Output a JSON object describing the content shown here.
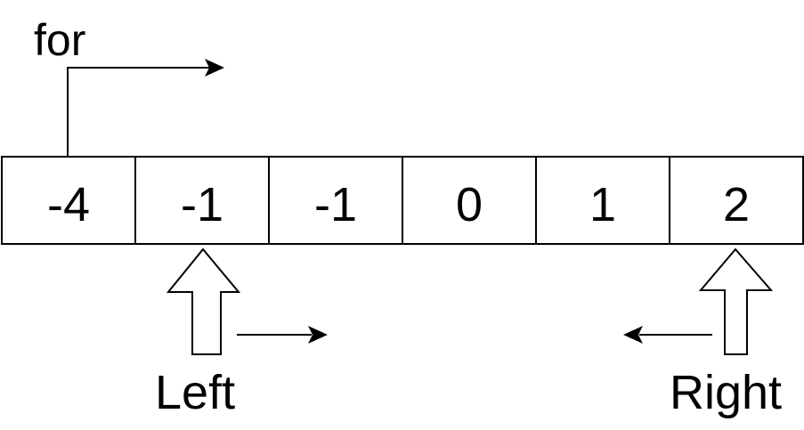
{
  "diagram": {
    "loop_label": "for",
    "array": [
      "-4",
      "-1",
      "-1",
      "0",
      "1",
      "2"
    ],
    "pointers": {
      "left": {
        "label": "Left",
        "index": 1,
        "move_direction": "right"
      },
      "right": {
        "label": "Right",
        "index": 5,
        "move_direction": "left"
      }
    },
    "loop_pointer": {
      "index": 0,
      "move_direction": "right"
    }
  }
}
